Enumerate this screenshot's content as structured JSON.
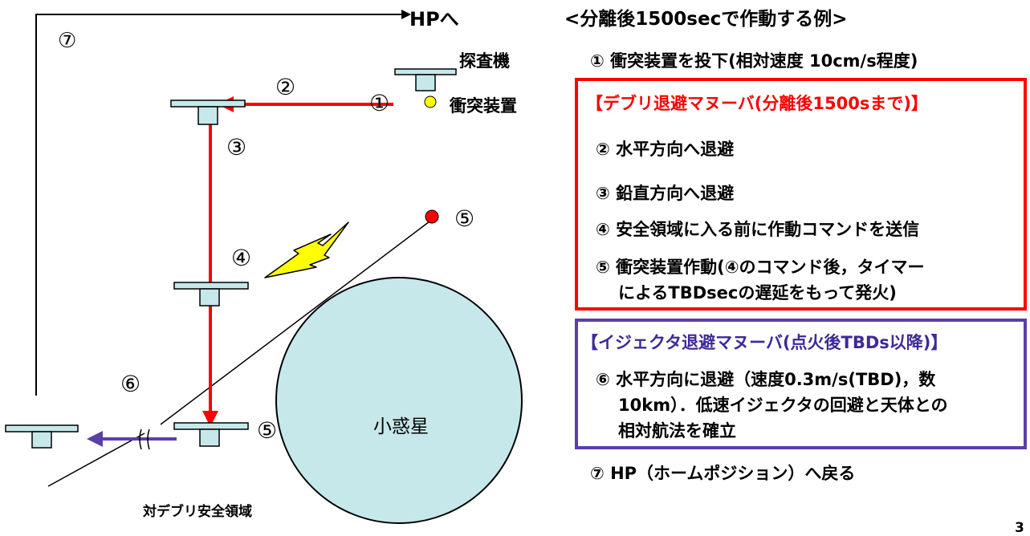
{
  "diagram": {
    "hp_label": "HPへ",
    "step7_marker": "⑦",
    "probe_label": "探査機",
    "step1_marker": "①",
    "impactor_label": "衝突装置",
    "step2_marker": "②",
    "step3_marker": "③",
    "step4_marker": "④",
    "step5_marker_top": "⑤",
    "step5_marker_bottom": "⑤",
    "step6_marker": "⑥",
    "asteroid_label": "小惑星",
    "safe_zone_label": "対デブリ安全領域",
    "colors": {
      "arrow_red": "#ff0000",
      "arrow_blue": "#5b3fa8",
      "asteroid_fill": "#c6e8ea",
      "craft_fill": "#c6e8ea",
      "impactor_fill": "#ffff00",
      "spark_fill": "#ffff00"
    }
  },
  "panel": {
    "title": "<分離後1500secで作動する例>",
    "step1": "① 衝突装置を投下(相対速度 10cm/s程度)",
    "debris_box": {
      "header": "【デブリ退避マヌーバ(分離後1500sまで)】",
      "items": [
        "② 水平方向へ退避",
        "③ 鉛直方向へ退避",
        "④ 安全領域に入る前に作動コマンドを送信",
        "⑤ 衝突装置作動(④のコマンド後，タイマー",
        "によるTBDsecの遅延をもって発火)"
      ]
    },
    "ejecta_box": {
      "header": "【イジェクタ退避マヌーバ(点火後TBDs以降)】",
      "lines": [
        "⑥ 水平方向に退避（速度0.3m/s(TBD)，数",
        "10km）．低速イジェクタの回避と天体との",
        "相対航法を確立"
      ]
    },
    "step7": "⑦ HP（ホームポジション）へ戻る"
  },
  "page_number": "3"
}
